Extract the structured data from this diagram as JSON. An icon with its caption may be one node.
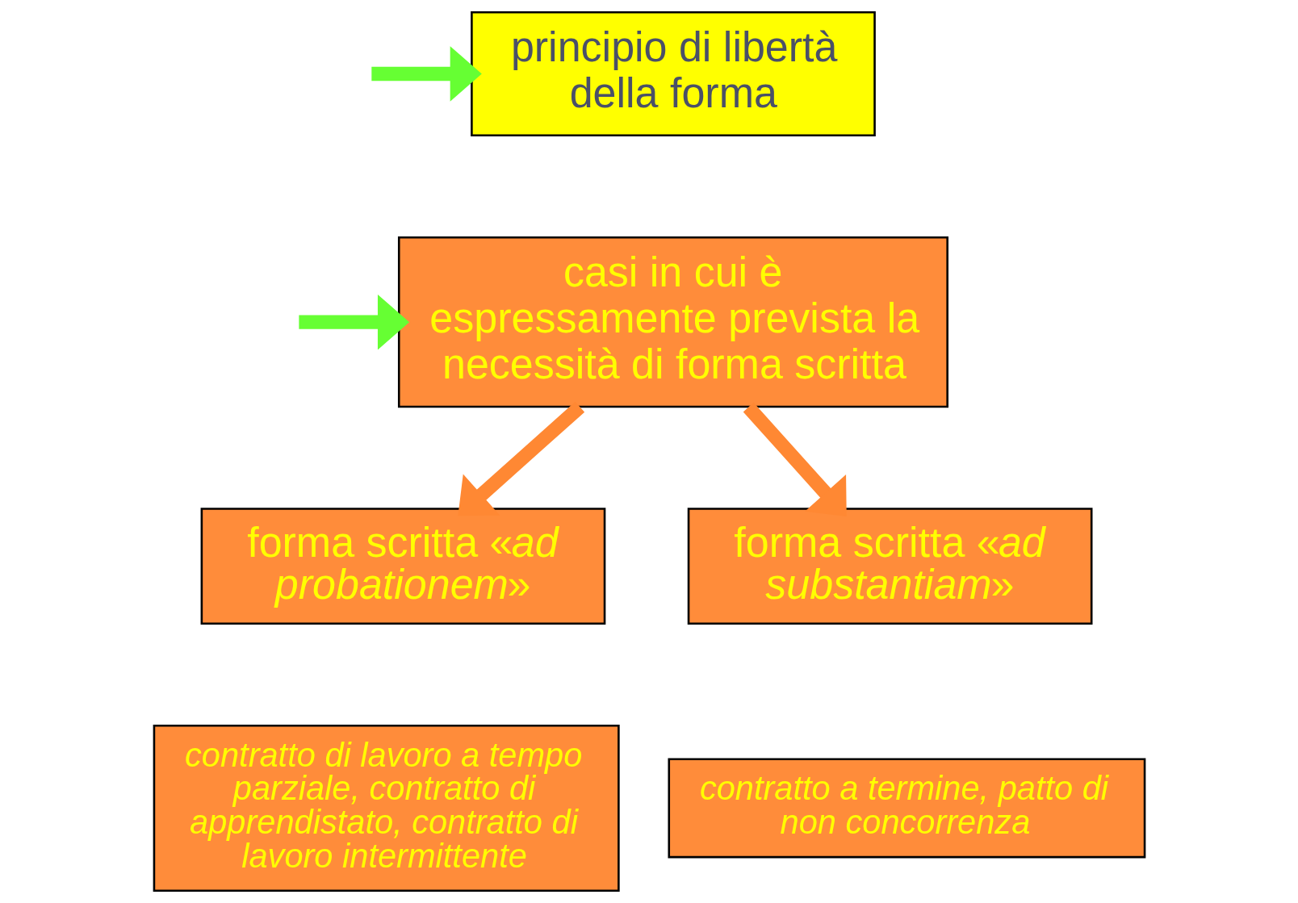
{
  "diagram": {
    "nodes": [
      {
        "text": [
          "principio di libertà della forma"
        ]
      },
      {
        "text": [
          "casi in cui è espressamente prevista la necessità di forma scritta"
        ]
      },
      {
        "text": [
          "forma scritta «*ad probationem*»"
        ]
      },
      {
        "text": [
          "forma scritta «*ad substantiam*»"
        ]
      },
      {
        "text": [
          "*contratto di lavoro a tempo parziale, contratto di apprendistato, contratto di lavoro intermittente*"
        ]
      },
      {
        "text": [
          "*contratto a termine, patto di non concorrenza*"
        ]
      }
    ],
    "edges": [
      {
        "from": null,
        "to": 0,
        "arrow": "to",
        "color": "#66ff33"
      },
      {
        "from": null,
        "to": 1,
        "arrow": "to",
        "color": "#66ff33"
      },
      {
        "from": 1,
        "to": 2,
        "arrow": "to",
        "color": "#ff8833"
      },
      {
        "from": 1,
        "to": 3,
        "arrow": "to",
        "color": "#ff8833"
      }
    ]
  }
}
